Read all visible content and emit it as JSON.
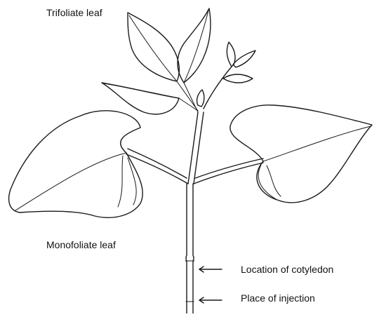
{
  "labels": {
    "trifoliate": "Trifoliate leaf",
    "monofoliate": "Monofoliate leaf",
    "cotyledon": "Location of cotyledon",
    "injection": "Place of injection"
  },
  "colors": {
    "ink": "#1a1a1a",
    "background": "#ffffff"
  }
}
